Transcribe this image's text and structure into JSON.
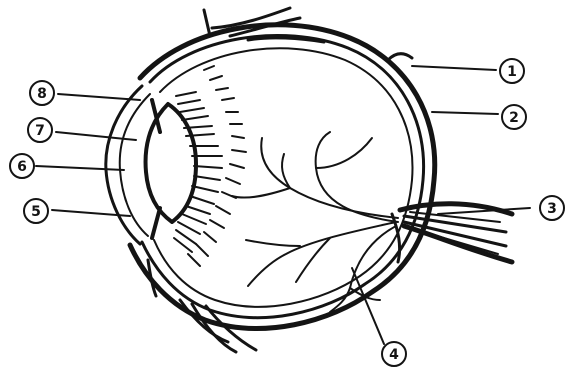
{
  "diagram": {
    "ink_color": "#141414",
    "background_color": "#ffffff",
    "callouts": [
      {
        "id": "1",
        "label": "1"
      },
      {
        "id": "2",
        "label": "2"
      },
      {
        "id": "3",
        "label": "3"
      },
      {
        "id": "4",
        "label": "4"
      },
      {
        "id": "5",
        "label": "5"
      },
      {
        "id": "6",
        "label": "6"
      },
      {
        "id": "7",
        "label": "7"
      },
      {
        "id": "8",
        "label": "8"
      }
    ]
  }
}
